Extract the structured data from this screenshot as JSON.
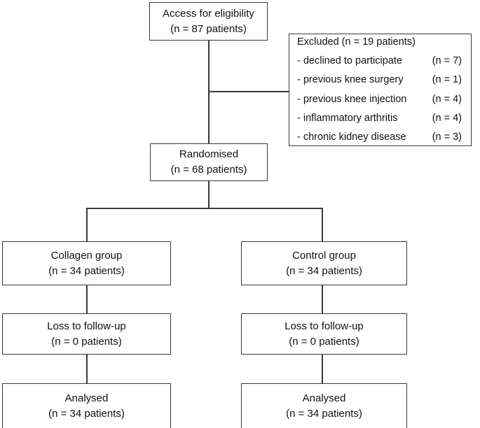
{
  "diagram": {
    "title": "CONSORT participant flow diagram",
    "type": "flowchart",
    "colors": {
      "border": "#3a3a3a",
      "background": "#ffffff",
      "text": "#111111"
    }
  },
  "nodes": {
    "eligibility": {
      "line1": "Access for eligibility",
      "line2": "(n = 87 patients)"
    },
    "excluded": {
      "heading": "Excluded (n = 19 patients)",
      "reasons": [
        {
          "label": "- declined to participate",
          "count": "(n = 7)"
        },
        {
          "label": "- previous knee surgery",
          "count": "(n = 1)"
        },
        {
          "label": "- previous knee injection",
          "count": "(n = 4)"
        },
        {
          "label": "- inflammatory arthritis",
          "count": "(n = 4)"
        },
        {
          "label": "- chronic kidney disease",
          "count": "(n = 3)"
        }
      ]
    },
    "randomised": {
      "line1": "Randomised",
      "line2": "(n = 68 patients)"
    },
    "collagen_group": {
      "line1": "Collagen group",
      "line2": "(n = 34 patients)"
    },
    "control_group": {
      "line1": "Control group",
      "line2": "(n = 34 patients)"
    },
    "loss_left": {
      "line1": "Loss to follow-up",
      "line2": "(n = 0 patients)"
    },
    "loss_right": {
      "line1": "Loss to follow-up",
      "line2": "(n = 0 patients)"
    },
    "analysed_left": {
      "line1": "Analysed",
      "line2": "(n = 34 patients)"
    },
    "analysed_right": {
      "line1": "Analysed",
      "line2": "(n = 34 patients)"
    }
  }
}
